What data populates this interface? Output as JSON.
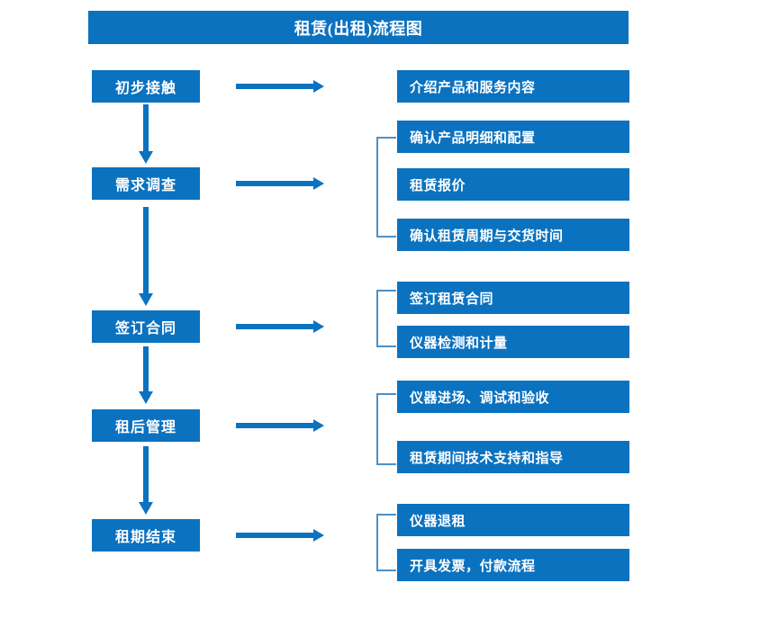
{
  "title": "租赁(出租)流程图",
  "colors": {
    "primary_blue": "#0b72c0",
    "bracket_blue": "#4a90c9",
    "box_text": "#ffffff",
    "background": "#ffffff"
  },
  "stages": [
    {
      "label": "初步接触"
    },
    {
      "label": "需求调查"
    },
    {
      "label": "签订合同"
    },
    {
      "label": "租后管理"
    },
    {
      "label": "租期结束"
    }
  ],
  "details": [
    {
      "label": "介绍产品和服务内容"
    },
    {
      "label": "确认产品明细和配置"
    },
    {
      "label": "租赁报价"
    },
    {
      "label": "确认租赁周期与交货时间"
    },
    {
      "label": "签订租赁合同"
    },
    {
      "label": "仪器检测和计量"
    },
    {
      "label": "仪器进场、调试和验收"
    },
    {
      "label": "租赁期间技术支持和指导"
    },
    {
      "label": "仪器退租"
    },
    {
      "label": "开具发票，付款流程"
    }
  ],
  "flow": {
    "horizontal_arrow_count": 5,
    "vertical_arrow_count": 4,
    "bracket_count": 4
  }
}
